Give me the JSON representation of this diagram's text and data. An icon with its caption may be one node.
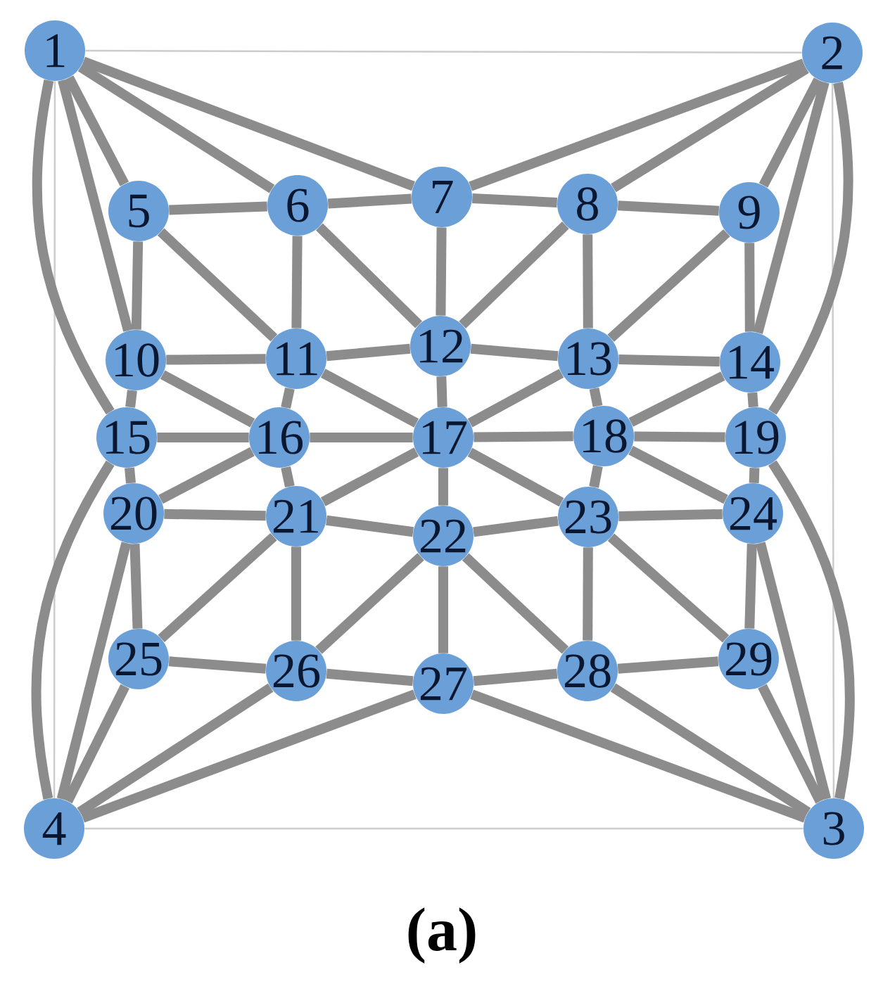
{
  "diagram": {
    "caption": "(a)",
    "nodes": [
      {
        "text": [
          "1"
        ]
      },
      {
        "text": [
          "2"
        ]
      },
      {
        "text": [
          "3"
        ]
      },
      {
        "text": [
          "4"
        ]
      },
      {
        "text": [
          "5"
        ]
      },
      {
        "text": [
          "6"
        ]
      },
      {
        "text": [
          "7"
        ]
      },
      {
        "text": [
          "8"
        ]
      },
      {
        "text": [
          "9"
        ]
      },
      {
        "text": [
          "10"
        ]
      },
      {
        "text": [
          "11"
        ]
      },
      {
        "text": [
          "12"
        ]
      },
      {
        "text": [
          "13"
        ]
      },
      {
        "text": [
          "14"
        ]
      },
      {
        "text": [
          "15"
        ]
      },
      {
        "text": [
          "16"
        ]
      },
      {
        "text": [
          "17"
        ]
      },
      {
        "text": [
          "18"
        ]
      },
      {
        "text": [
          "19"
        ]
      },
      {
        "text": [
          "20"
        ]
      },
      {
        "text": [
          "21"
        ]
      },
      {
        "text": [
          "22"
        ]
      },
      {
        "text": [
          "23"
        ]
      },
      {
        "text": [
          "24"
        ]
      },
      {
        "text": [
          "25"
        ]
      },
      {
        "text": [
          "26"
        ]
      },
      {
        "text": [
          "27"
        ]
      },
      {
        "text": [
          "28"
        ]
      },
      {
        "text": [
          "29"
        ]
      }
    ],
    "edges": [
      {
        "from": 0,
        "to": 1,
        "arrow": "none",
        "color": "#cccccc"
      },
      {
        "from": 1,
        "to": 2,
        "arrow": "none",
        "color": "#cccccc"
      },
      {
        "from": 2,
        "to": 3,
        "arrow": "none",
        "color": "#cccccc"
      },
      {
        "from": 3,
        "to": 0,
        "arrow": "none",
        "color": "#cccccc"
      },
      {
        "from": 0,
        "to": 6,
        "arrow": "none"
      },
      {
        "from": 0,
        "to": 5,
        "arrow": "none"
      },
      {
        "from": 0,
        "to": 4,
        "arrow": "none"
      },
      {
        "from": 0,
        "to": 9,
        "arrow": "none"
      },
      {
        "from": 0,
        "to": 14,
        "arrow": "none"
      },
      {
        "from": 1,
        "to": 6,
        "arrow": "none"
      },
      {
        "from": 1,
        "to": 7,
        "arrow": "none"
      },
      {
        "from": 1,
        "to": 8,
        "arrow": "none"
      },
      {
        "from": 1,
        "to": 13,
        "arrow": "none"
      },
      {
        "from": 1,
        "to": 18,
        "arrow": "none"
      },
      {
        "from": 3,
        "to": 19,
        "arrow": "none"
      },
      {
        "from": 3,
        "to": 14,
        "arrow": "none"
      },
      {
        "from": 3,
        "to": 24,
        "arrow": "none"
      },
      {
        "from": 3,
        "to": 25,
        "arrow": "none"
      },
      {
        "from": 3,
        "to": 26,
        "arrow": "none"
      },
      {
        "from": 2,
        "to": 26,
        "arrow": "none"
      },
      {
        "from": 2,
        "to": 27,
        "arrow": "none"
      },
      {
        "from": 2,
        "to": 28,
        "arrow": "none"
      },
      {
        "from": 2,
        "to": 23,
        "arrow": "none"
      },
      {
        "from": 2,
        "to": 18,
        "arrow": "none"
      },
      {
        "from": 4,
        "to": 5,
        "arrow": "none"
      },
      {
        "from": 5,
        "to": 6,
        "arrow": "none"
      },
      {
        "from": 6,
        "to": 7,
        "arrow": "none"
      },
      {
        "from": 7,
        "to": 8,
        "arrow": "none"
      },
      {
        "from": 4,
        "to": 9,
        "arrow": "none"
      },
      {
        "from": 4,
        "to": 10,
        "arrow": "none"
      },
      {
        "from": 5,
        "to": 10,
        "arrow": "none"
      },
      {
        "from": 5,
        "to": 11,
        "arrow": "none"
      },
      {
        "from": 6,
        "to": 11,
        "arrow": "none"
      },
      {
        "from": 7,
        "to": 11,
        "arrow": "none"
      },
      {
        "from": 7,
        "to": 12,
        "arrow": "none"
      },
      {
        "from": 8,
        "to": 12,
        "arrow": "none"
      },
      {
        "from": 8,
        "to": 13,
        "arrow": "none"
      },
      {
        "from": 9,
        "to": 10,
        "arrow": "none"
      },
      {
        "from": 10,
        "to": 11,
        "arrow": "none"
      },
      {
        "from": 11,
        "to": 12,
        "arrow": "none"
      },
      {
        "from": 12,
        "to": 13,
        "arrow": "none"
      },
      {
        "from": 9,
        "to": 14,
        "arrow": "none"
      },
      {
        "from": 9,
        "to": 15,
        "arrow": "none"
      },
      {
        "from": 10,
        "to": 15,
        "arrow": "none"
      },
      {
        "from": 10,
        "to": 16,
        "arrow": "none"
      },
      {
        "from": 11,
        "to": 16,
        "arrow": "none"
      },
      {
        "from": 12,
        "to": 16,
        "arrow": "none"
      },
      {
        "from": 12,
        "to": 17,
        "arrow": "none"
      },
      {
        "from": 13,
        "to": 17,
        "arrow": "none"
      },
      {
        "from": 13,
        "to": 18,
        "arrow": "none"
      },
      {
        "from": 14,
        "to": 15,
        "arrow": "none"
      },
      {
        "from": 15,
        "to": 16,
        "arrow": "none"
      },
      {
        "from": 16,
        "to": 17,
        "arrow": "none"
      },
      {
        "from": 17,
        "to": 18,
        "arrow": "none"
      },
      {
        "from": 14,
        "to": 19,
        "arrow": "none"
      },
      {
        "from": 15,
        "to": 19,
        "arrow": "none"
      },
      {
        "from": 15,
        "to": 20,
        "arrow": "none"
      },
      {
        "from": 16,
        "to": 20,
        "arrow": "none"
      },
      {
        "from": 16,
        "to": 21,
        "arrow": "none"
      },
      {
        "from": 16,
        "to": 22,
        "arrow": "none"
      },
      {
        "from": 17,
        "to": 22,
        "arrow": "none"
      },
      {
        "from": 17,
        "to": 23,
        "arrow": "none"
      },
      {
        "from": 18,
        "to": 23,
        "arrow": "none"
      },
      {
        "from": 19,
        "to": 20,
        "arrow": "none"
      },
      {
        "from": 20,
        "to": 21,
        "arrow": "none"
      },
      {
        "from": 21,
        "to": 22,
        "arrow": "none"
      },
      {
        "from": 22,
        "to": 23,
        "arrow": "none"
      },
      {
        "from": 19,
        "to": 24,
        "arrow": "none"
      },
      {
        "from": 20,
        "to": 24,
        "arrow": "none"
      },
      {
        "from": 20,
        "to": 25,
        "arrow": "none"
      },
      {
        "from": 21,
        "to": 25,
        "arrow": "none"
      },
      {
        "from": 21,
        "to": 26,
        "arrow": "none"
      },
      {
        "from": 21,
        "to": 27,
        "arrow": "none"
      },
      {
        "from": 22,
        "to": 27,
        "arrow": "none"
      },
      {
        "from": 22,
        "to": 28,
        "arrow": "none"
      },
      {
        "from": 23,
        "to": 28,
        "arrow": "none"
      },
      {
        "from": 24,
        "to": 25,
        "arrow": "none"
      },
      {
        "from": 25,
        "to": 26,
        "arrow": "none"
      },
      {
        "from": 26,
        "to": 27,
        "arrow": "none"
      },
      {
        "from": 27,
        "to": 28,
        "arrow": "none"
      }
    ]
  }
}
